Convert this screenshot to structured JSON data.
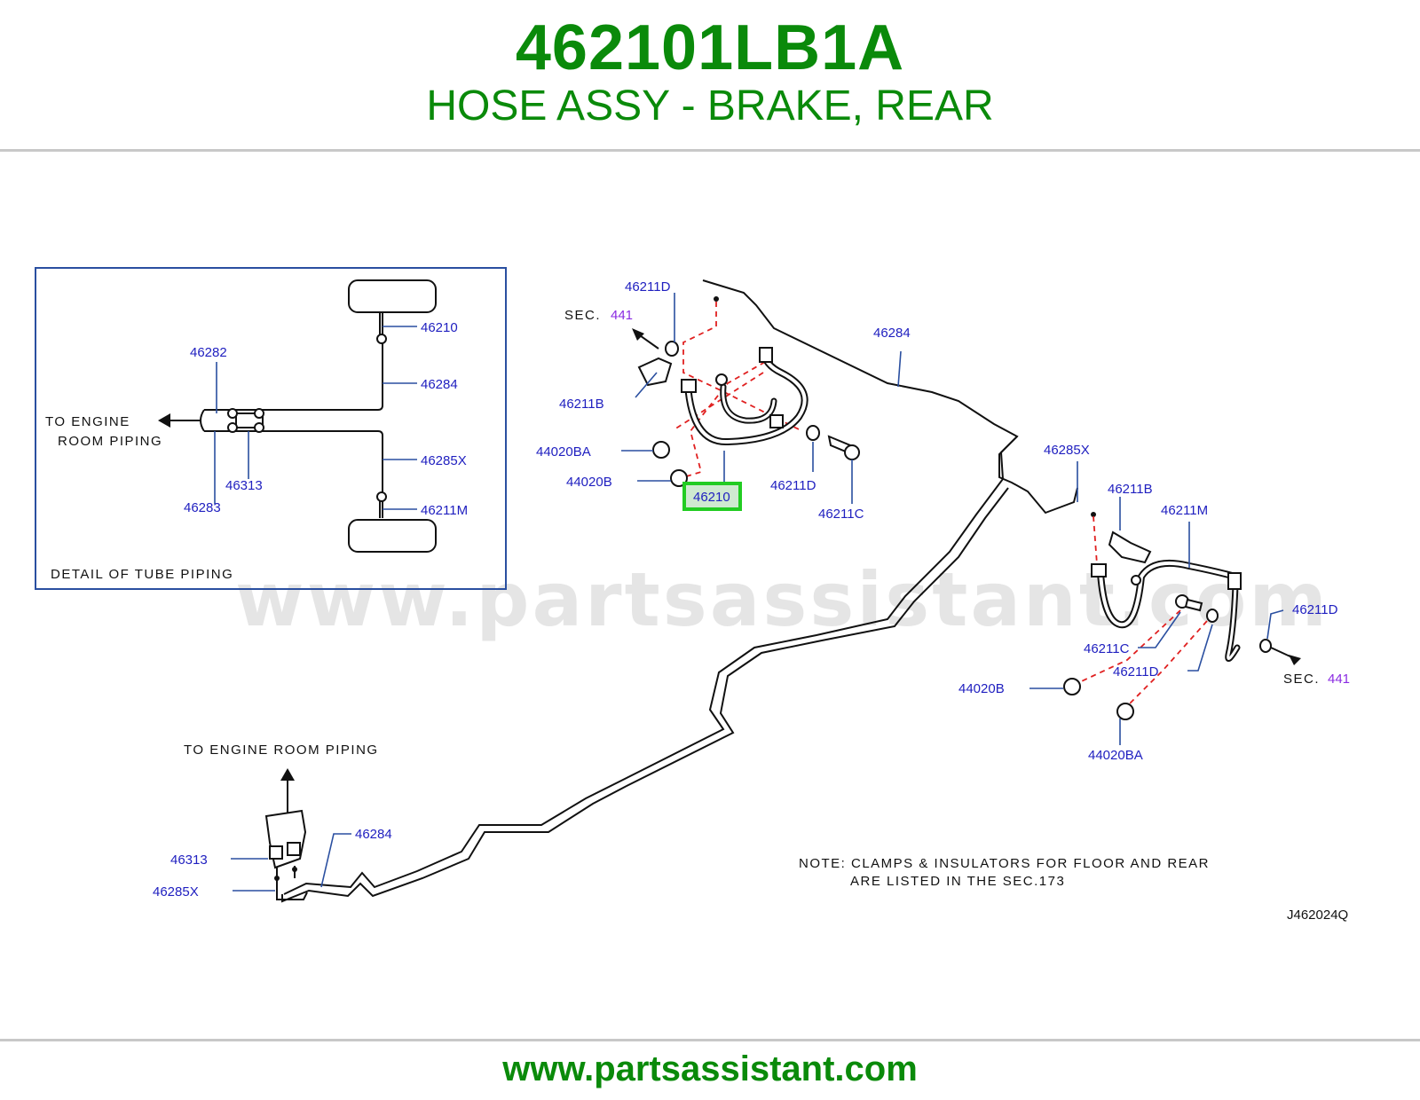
{
  "header": {
    "part_number": "462101LB1A",
    "part_name": "HOSE ASSY - BRAKE, REAR"
  },
  "footer": {
    "url": "www.partsassistant.com"
  },
  "watermark": "www.partsassistant.com",
  "colors": {
    "brand_green": "#0a8a0a",
    "callout_blue": "#2020c0",
    "section_purple": "#8a2be2",
    "highlight_green": "#22cc22",
    "dash_red": "#e02020",
    "detail_frame": "#2a4fa0"
  },
  "detail_box": {
    "title": "DETAIL   OF   TUBE   PIPING",
    "to_engine_line1": "TO   ENGINE",
    "to_engine_line2": "ROOM   PIPING",
    "labels": {
      "l46210": "46210",
      "l46284": "46284",
      "l46282": "46282",
      "l46313": "46313",
      "l46283": "46283",
      "l46285X": "46285X",
      "l46211M": "46211M"
    }
  },
  "upper_left_assembly": {
    "sec_text": "SEC.",
    "sec_number": "441",
    "labels": {
      "l46211D_top": "46211D",
      "l46211B": "46211B",
      "l44020BA": "44020BA",
      "l44020B": "44020B",
      "l46211D_bottom": "46211D",
      "l46211C": "46211C",
      "l46284": "46284"
    },
    "highlighted_part": "46210"
  },
  "right_assembly": {
    "sec_text": "SEC.",
    "sec_number": "441",
    "labels": {
      "l46285X": "46285X",
      "l46211B": "46211B",
      "l46211M": "46211M",
      "l46211D_right": "46211D",
      "l46211C": "46211C",
      "l46211D_lower": "46211D",
      "l44020B": "44020B",
      "l44020BA": "44020BA"
    }
  },
  "lower_left_assembly": {
    "to_engine": "TO   ENGINE   ROOM   PIPING",
    "labels": {
      "l46313": "46313",
      "l46284": "46284",
      "l46285X": "46285X"
    }
  },
  "note": {
    "line1": "NOTE:   CLAMPS   &   INSULATORS   FOR   FLOOR   AND   REAR",
    "line2": "ARE   LISTED   IN   THE   SEC.173"
  },
  "diagram_code": "J462024Q"
}
